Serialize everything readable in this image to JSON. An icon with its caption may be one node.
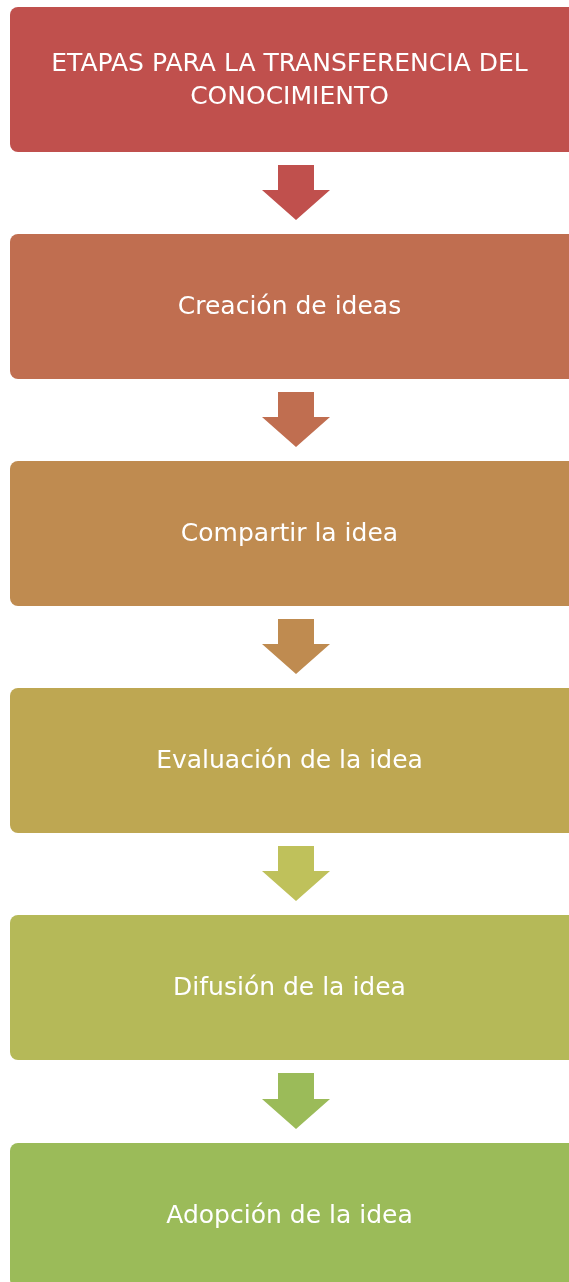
{
  "diagram": {
    "nodes": [
      {
        "text": [
          "ETAPAS PARA LA TRANSFERENCIA DEL CONOCIMIENTO"
        ]
      },
      {
        "text": [
          "Creación de ideas"
        ]
      },
      {
        "text": [
          "Compartir la idea"
        ]
      },
      {
        "text": [
          "Evaluación de la idea"
        ]
      },
      {
        "text": [
          "Difusión de la idea"
        ]
      },
      {
        "text": [
          "Adopción de la idea"
        ]
      }
    ],
    "edges": [
      {
        "from": 0,
        "to": 1,
        "arrow": "to",
        "color": "#c0504d"
      },
      {
        "from": 1,
        "to": 2,
        "arrow": "to",
        "color": "#c06e50"
      },
      {
        "from": 2,
        "to": 3,
        "arrow": "to",
        "color": "#bf8b50"
      },
      {
        "from": 3,
        "to": 4,
        "arrow": "to",
        "color": "#bfc15b"
      },
      {
        "from": 4,
        "to": 5,
        "arrow": "to",
        "color": "#9bbb59"
      }
    ]
  }
}
